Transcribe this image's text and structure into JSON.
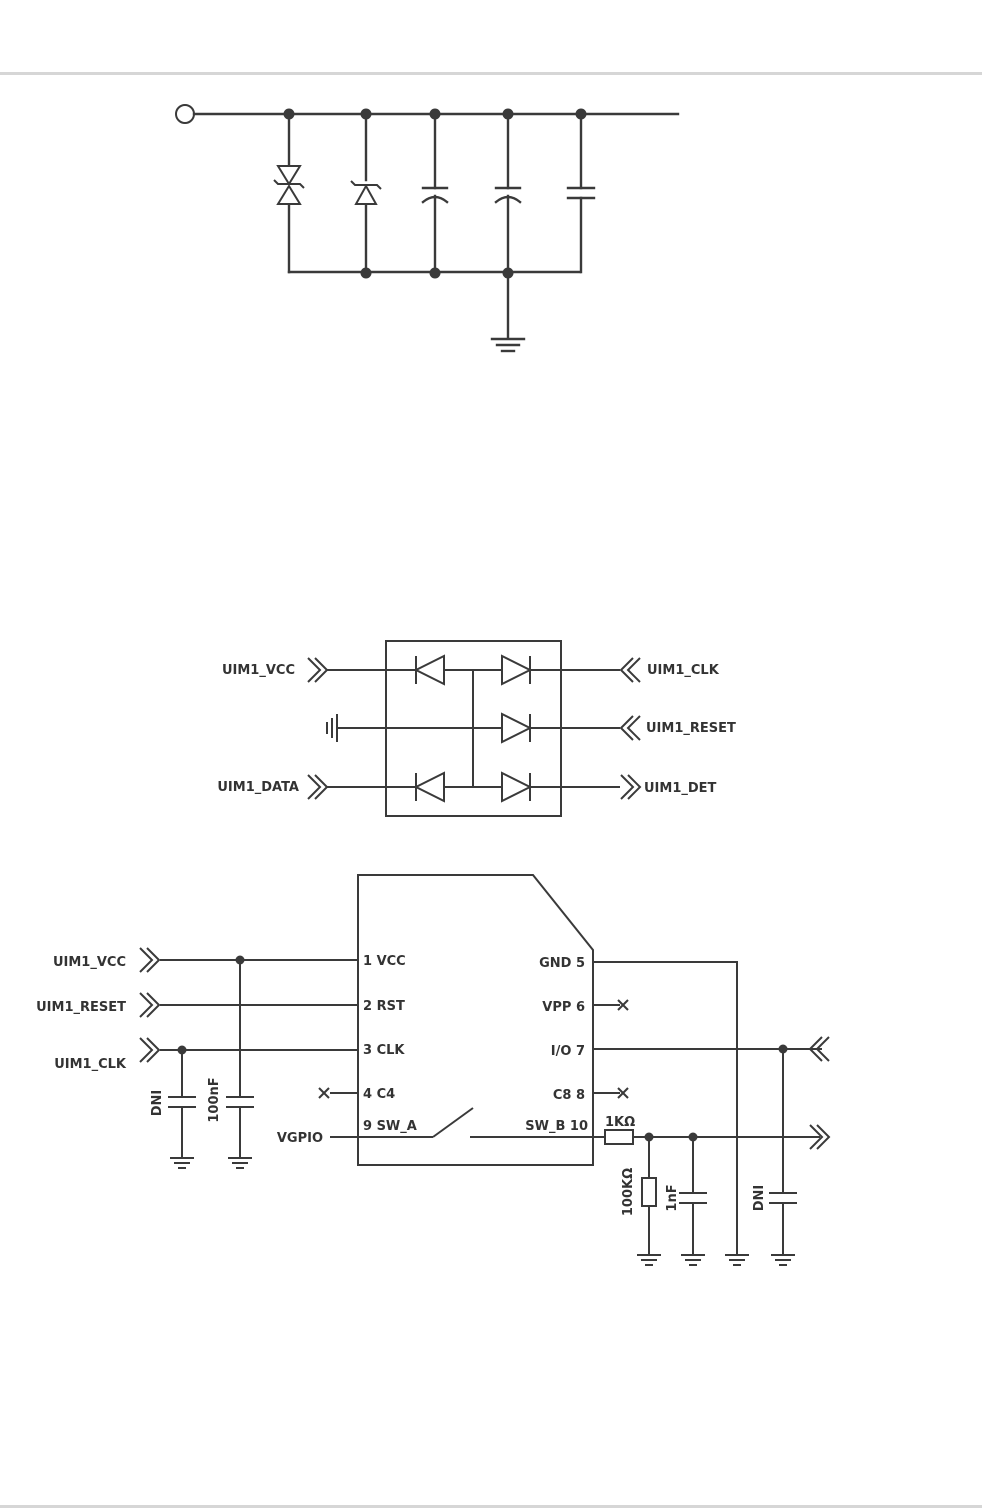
{
  "diagram_top": {
    "description_visible_text": []
  },
  "diagram_esd": {
    "signals_left": [
      "UIM1_VCC",
      "UIM1_DATA"
    ],
    "signals_right": [
      "UIM1_CLK",
      "UIM1_RESET",
      "UIM1_DET"
    ]
  },
  "diagram_sim": {
    "left_nets": [
      "UIM1_VCC",
      "UIM1_RESET",
      "UIM1_CLK",
      "VGPIO"
    ],
    "pins_left": [
      "1 VCC",
      "2 RST",
      "3 CLK",
      "4 C4",
      "9 SW_A"
    ],
    "pins_right": [
      "GND 5",
      "VPP 6",
      "I/O 7",
      "C8 8",
      "SW_B 10"
    ],
    "components": {
      "cap_clk": "DNI",
      "cap_vcc": "100nF",
      "res_series": "1KΩ",
      "res_pulldown": "100KΩ",
      "cap_det": "1nF",
      "cap_io": "DNI"
    }
  }
}
